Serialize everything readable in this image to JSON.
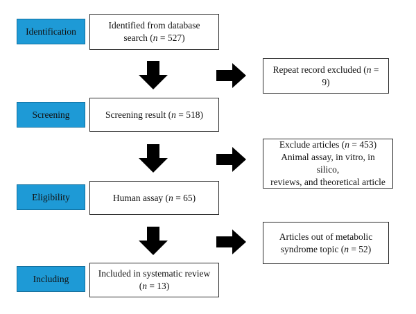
{
  "stages": {
    "identification": "Identification",
    "screening": "Screening",
    "eligibility": "Eligibility",
    "including": "Including"
  },
  "boxes": {
    "identified": {
      "line1": "Identified from database",
      "line2_pre": "search (",
      "line2_n": "n",
      "line2_post": " = 527)"
    },
    "screening": {
      "pre": "Screening result (",
      "n": "n",
      "post": " = 518)"
    },
    "human": {
      "pre": "Human assay (",
      "n": "n",
      "post": " = 65)"
    },
    "included": {
      "line1": "Included in systematic review",
      "line2_pre": "(",
      "line2_n": "n",
      "line2_post": " = 13)"
    },
    "repeat": {
      "pre": "Repeat record excluded (",
      "n": "n",
      "post": " = 9)"
    },
    "exclude": {
      "line1_pre": "Exclude articles (",
      "line1_n": "n",
      "line1_post": " = 453)",
      "line2": "Animal assay, in vitro, in silico,",
      "line3": "reviews, and theoretical article"
    },
    "metabolic": {
      "line1": "Articles out of metabolic",
      "line2_pre": "syndrome topic (",
      "line2_n": "n",
      "line2_post": " = 52)"
    }
  },
  "colors": {
    "stage_fill": "#1e9ad6",
    "arrow": "#000000",
    "box_border": "#2b2b2b"
  }
}
